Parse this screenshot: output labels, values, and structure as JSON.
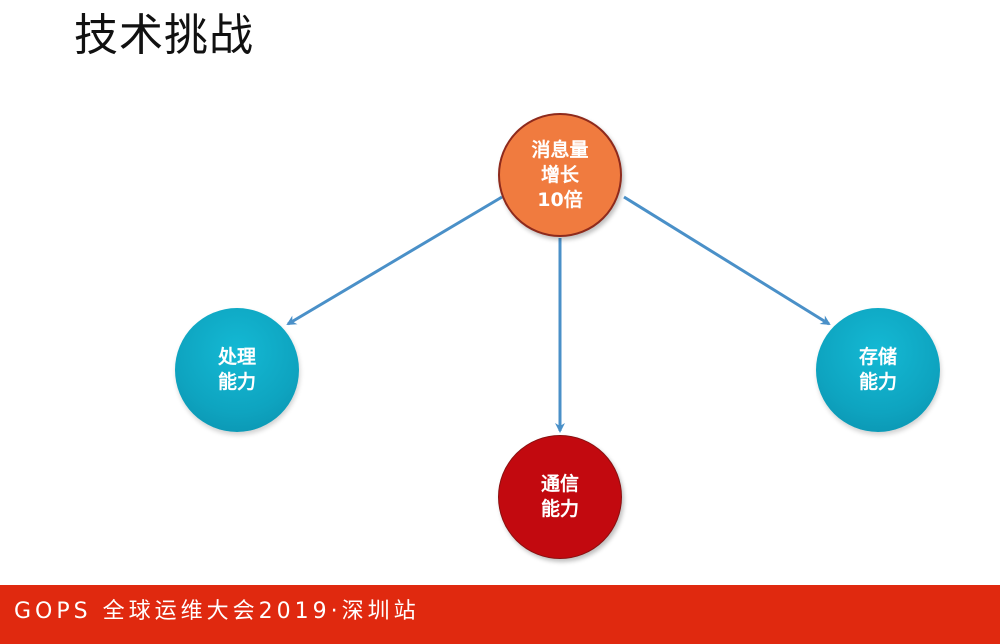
{
  "slide": {
    "title": "技术挑战"
  },
  "diagram": {
    "center": {
      "lines": [
        "消息量",
        "增长",
        "10倍"
      ],
      "color": "#F07B3F"
    },
    "children": [
      {
        "id": "processing",
        "lines": [
          "处理",
          "能力"
        ],
        "color": "#0EA4C0"
      },
      {
        "id": "communication",
        "lines": [
          "通信",
          "能力"
        ],
        "color": "#C2090F"
      },
      {
        "id": "storage",
        "lines": [
          "存储",
          "能力"
        ],
        "color": "#0EA4C0"
      }
    ],
    "arrow_color": "#4A90C8"
  },
  "footer": {
    "text": "GOPS 全球运维大会2019·深圳站",
    "color": "#E0290F"
  }
}
